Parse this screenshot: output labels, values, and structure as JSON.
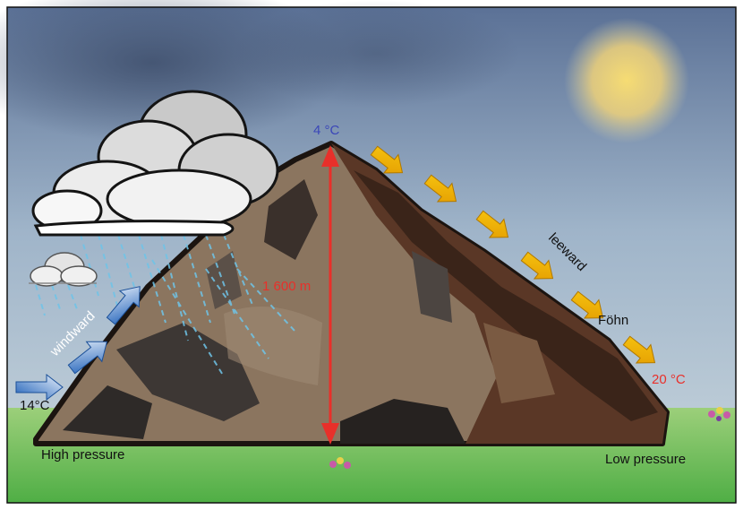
{
  "labels": {
    "top_temp": "4 °C",
    "height": "1 600 m",
    "start_temp": "14°C",
    "end_temp": "20 °C",
    "windward": "windward",
    "leeward": "leeward",
    "fohn": "Föhn",
    "high_pressure": "High pressure",
    "low_pressure": "Low pressure"
  },
  "colors": {
    "cold_temp": "#3a46b8",
    "warm_temp": "#e8302a",
    "height_arrow": "#e8302a",
    "windward_arrows": "#2a6cc6",
    "leeward_arrows": "#f2b705",
    "sun": "#f4d36a"
  }
}
